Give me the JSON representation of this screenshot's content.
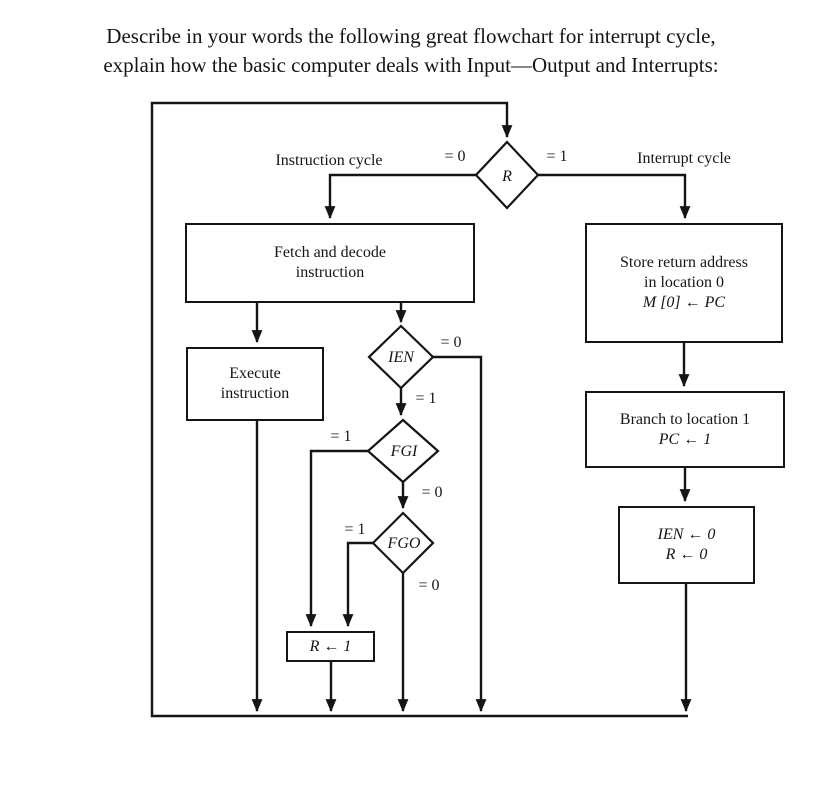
{
  "title": {
    "line1": "Describe in your words the following great flowchart for interrupt cycle,",
    "line2": "explain how the basic computer deals with Input—Output and Interrupts:"
  },
  "branch_labels": {
    "instruction_cycle": "Instruction cycle",
    "interrupt_cycle": "Interrupt cycle"
  },
  "decisions": {
    "r": {
      "label": "R",
      "left": "= 0",
      "right": "= 1"
    },
    "ien": {
      "label": "IEN",
      "right": "= 0",
      "down": "= 1"
    },
    "fgi": {
      "label": "FGI",
      "left": "= 1",
      "down": "= 0"
    },
    "fgo": {
      "label": "FGO",
      "left": "= 1",
      "down": "= 0"
    }
  },
  "boxes": {
    "fetch": {
      "lines": [
        "Fetch and decode",
        "instruction"
      ]
    },
    "execute": {
      "lines": [
        "Execute",
        "instruction"
      ]
    },
    "set_r": {
      "lines": [
        "R ← 1"
      ]
    },
    "store": {
      "lines": [
        "Store return address",
        "in location 0",
        "M [0] ← PC"
      ]
    },
    "branch": {
      "lines": [
        "Branch to location 1",
        "PC ← 1"
      ]
    },
    "disable": {
      "lines": [
        "IEN ← 0",
        "R ← 0"
      ]
    }
  },
  "colors": {
    "background": "#ffffff",
    "line": "#151515",
    "text": "#151515"
  }
}
